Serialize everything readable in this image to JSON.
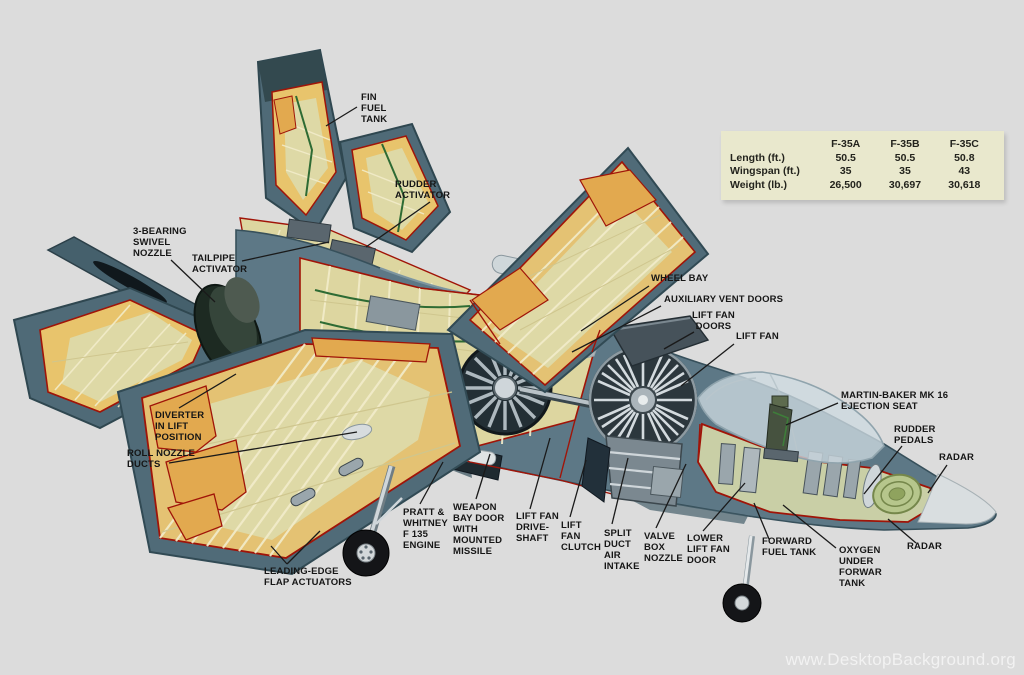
{
  "spec_table": {
    "columns": [
      "F-35A",
      "F-35B",
      "F-35C"
    ],
    "rows": [
      {
        "label": "Length (ft.)",
        "values": [
          "50.5",
          "50.5",
          "50.8"
        ]
      },
      {
        "label": "Wingspan (ft.)",
        "values": [
          "35",
          "35",
          "43"
        ]
      },
      {
        "label": "Weight (lb.)",
        "values": [
          "26,500",
          "30,697",
          "30,618"
        ]
      }
    ]
  },
  "callouts": [
    {
      "id": "fin-fuel-tank",
      "text": "FIN\nFUEL\nTANK"
    },
    {
      "id": "rudder-activator",
      "text": "RUDDER\nACTIVATOR"
    },
    {
      "id": "three-bearing-swivel-nozzle",
      "text": "3-BEARING\nSWIVEL\nNOZZLE"
    },
    {
      "id": "tailpipe-activator",
      "text": "TAILPIPE\nACTIVATOR"
    },
    {
      "id": "wheel-bay",
      "text": "WHEEL BAY"
    },
    {
      "id": "auxiliary-vent-doors",
      "text": "AUXILIARY VENT DOORS"
    },
    {
      "id": "lift-fan-doors",
      "text": "LIFT FAN\nDOORS"
    },
    {
      "id": "lift-fan",
      "text": "LIFT FAN"
    },
    {
      "id": "martin-baker-ejection-seat",
      "text": "MARTIN-BAKER MK 16\nEJECTION SEAT"
    },
    {
      "id": "rudder-pedals",
      "text": "RUDDER\nPEDALS"
    },
    {
      "id": "radar-upper",
      "text": "RADAR"
    },
    {
      "id": "radar-lower",
      "text": "RADAR"
    },
    {
      "id": "oxygen-under-forward-tank",
      "text": "OXYGEN\nUNDER\nFORWAR\nTANK"
    },
    {
      "id": "forward-fuel-tank",
      "text": "FORWARD\nFUEL TANK"
    },
    {
      "id": "lower-lift-fan-door",
      "text": "LOWER\nLIFT FAN\nDOOR"
    },
    {
      "id": "valve-box-nozzle",
      "text": "VALVE\nBOX\nNOZZLE"
    },
    {
      "id": "split-duct-air-intake",
      "text": "SPLIT\nDUCT\nAIR\nINTAKE"
    },
    {
      "id": "lift-fan-clutch",
      "text": "LIFT\nFAN\nCLUTCH"
    },
    {
      "id": "lift-fan-drive-shaft",
      "text": "LIFT FAN\nDRIVE-\nSHAFT"
    },
    {
      "id": "weapon-bay-door",
      "text": "WEAPON\nBAY DOOR\nWITH\nMOUNTED\nMISSILE"
    },
    {
      "id": "pratt-whitney-f135-engine",
      "text": "PRATT &\nWHITNEY\nF 135\nENGINE"
    },
    {
      "id": "leading-edge-flap-actuators",
      "text": "LEADING-EDGE\nFLAP ACTUATORS"
    },
    {
      "id": "roll-nozzle-ducts",
      "text": "ROLL NOZZLE\nDUCTS"
    },
    {
      "id": "diverter-in-lift-position",
      "text": "DIVERTER\nIN LIFT\nPOSITION"
    }
  ],
  "watermark": "www.DesktopBackground.org",
  "colors": {
    "background": "#dcdcdc",
    "skin": "#5d7886",
    "skin_dark": "#37505b",
    "cutaway_tan": "#e4c273",
    "interior_pale": "#ddd6a0",
    "cut_edge_red": "#a01408",
    "pipe_green": "#2e6b34",
    "table_bg": "#e9e8cd"
  }
}
